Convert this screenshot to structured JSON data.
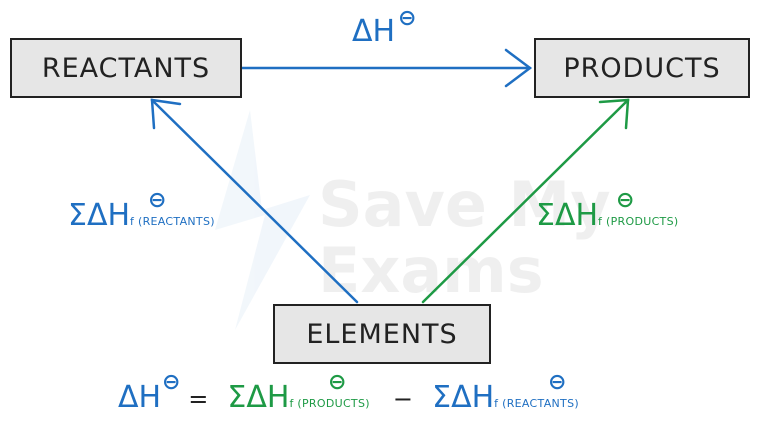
{
  "boxes": {
    "reactants": "REACTANTS",
    "products": "PRODUCTS",
    "elements": "ELEMENTS"
  },
  "labels": {
    "delta_h": "ΔH",
    "sum_delta_h": "ΣΔH",
    "standard_symbol": "⊖",
    "sub_reactants": "f (REACTANTS)",
    "sub_products": "f (PRODUCTS)"
  },
  "equation": {
    "lhs": "ΔH",
    "equals": "=",
    "term1": "ΣΔH",
    "term1_sub": "f (PRODUCTS)",
    "minus": "−",
    "term2": "ΣΔH",
    "term2_sub": "f (REACTANTS)"
  },
  "watermark": {
    "line1": "Save My",
    "line2": "Exams"
  },
  "colors": {
    "blue": "#1f6fc2",
    "green": "#1e9a45",
    "dark": "#222222"
  }
}
